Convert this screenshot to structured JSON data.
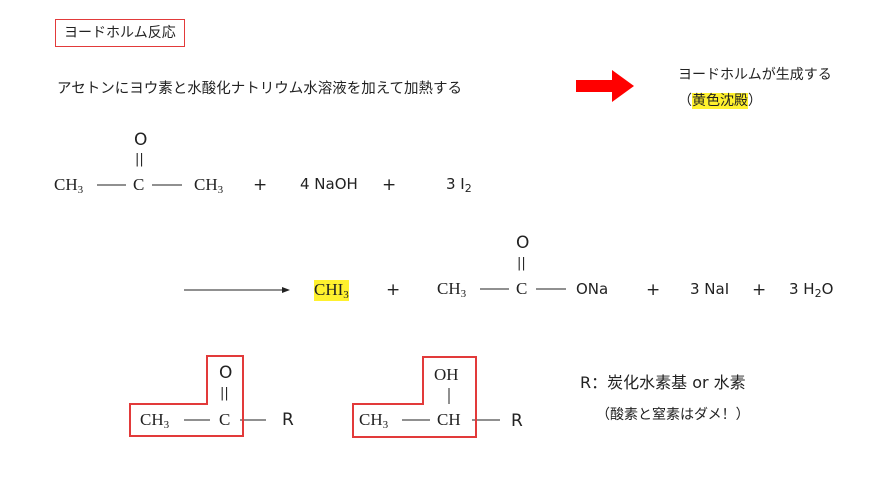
{
  "header": {
    "title": "ヨードホルム反応"
  },
  "description": "アセトンにヨウ素と水酸化ナトリウム水溶液を加えて加熱する",
  "result": {
    "line1": "ヨードホルムが生成する",
    "paren_open": "（",
    "highlight": "黄色沈殿",
    "paren_close": "）"
  },
  "arrow_color": "#ff0000",
  "box_color": "#e23a3a",
  "highlight_color": "#fff12e",
  "reactants": {
    "acetone": {
      "o": "O",
      "dbl": "||",
      "ch3_left": "CH",
      "ch3_left_sub": "3",
      "c": "C",
      "ch3_right": "CH",
      "ch3_right_sub": "3"
    },
    "plus1": "+",
    "naoh": "4 NaOH",
    "plus2": "+",
    "iodine": "3 I",
    "iodine_sub": "2"
  },
  "products": {
    "chi3": "CHI",
    "chi3_sub": "3",
    "plus1": "+",
    "acetate": {
      "o": "O",
      "dbl": "||",
      "ch3": "CH",
      "ch3_sub": "3",
      "c": "C",
      "ona": "ONa"
    },
    "plus2": "+",
    "nai": "3 NaI",
    "plus3": "+",
    "water": "3 H",
    "water_sub": "2",
    "water_end": "O"
  },
  "patterns": {
    "ketone": {
      "o": "O",
      "dbl": "||",
      "ch3": "CH",
      "ch3_sub": "3",
      "c": "C",
      "r": "R"
    },
    "alcohol": {
      "oh": "OH",
      "single": "|",
      "ch3": "CH",
      "ch3_sub": "3",
      "ch": "CH",
      "r": "R"
    }
  },
  "notes": {
    "r_def": "R：炭化水素基 or 水素",
    "exclusion": "（酸素と窒素はダメ！）"
  }
}
